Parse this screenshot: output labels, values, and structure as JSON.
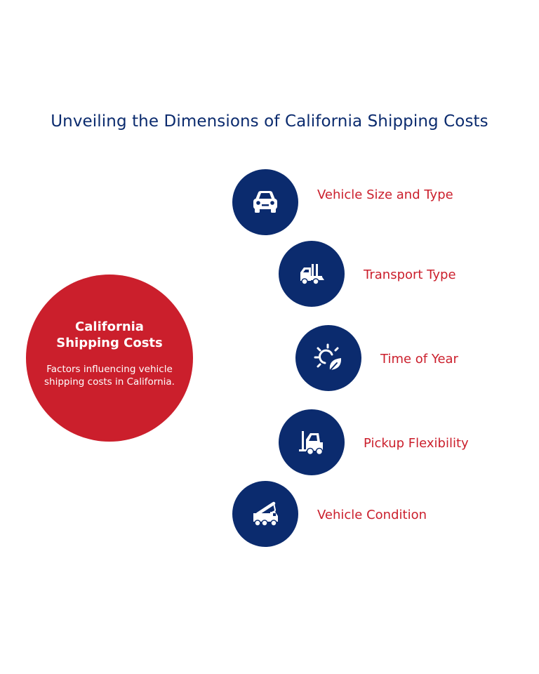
{
  "title": "Unveiling the Dimensions of California Shipping Costs",
  "center": {
    "title": "California Shipping Costs",
    "description": "Factors influencing vehicle shipping costs in California."
  },
  "factors": [
    {
      "label": "Vehicle Size and Type",
      "icon": "car-front-icon"
    },
    {
      "label": "Transport Type",
      "icon": "tow-truck-icon"
    },
    {
      "label": "Time of Year",
      "icon": "sun-leaf-icon"
    },
    {
      "label": "Pickup Flexibility",
      "icon": "forklift-icon"
    },
    {
      "label": "Vehicle Condition",
      "icon": "crane-truck-icon"
    }
  ],
  "colors": {
    "navy": "#0b2b6e",
    "red": "#cb1f2c"
  }
}
